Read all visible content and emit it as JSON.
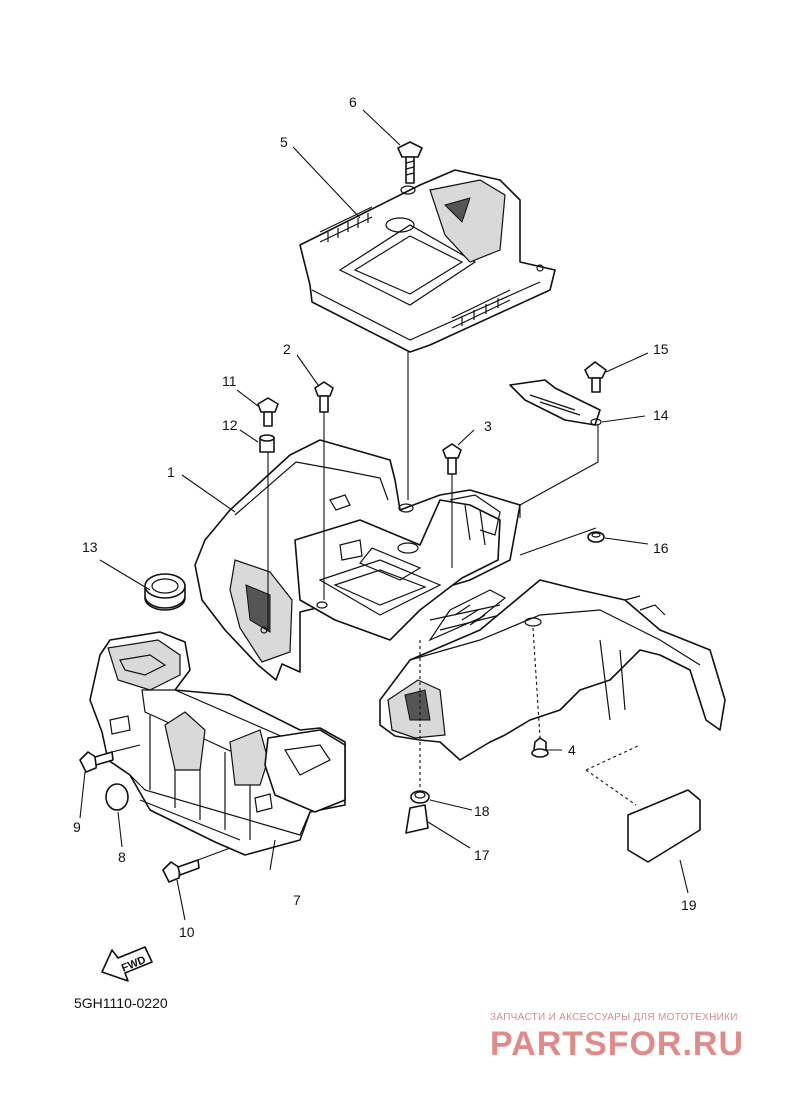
{
  "callouts": [
    {
      "id": "1",
      "label": "1"
    },
    {
      "id": "2",
      "label": "2"
    },
    {
      "id": "3",
      "label": "3"
    },
    {
      "id": "4",
      "label": "4"
    },
    {
      "id": "5",
      "label": "5"
    },
    {
      "id": "6",
      "label": "6"
    },
    {
      "id": "7",
      "label": "7"
    },
    {
      "id": "8",
      "label": "8"
    },
    {
      "id": "9",
      "label": "9"
    },
    {
      "id": "10",
      "label": "10"
    },
    {
      "id": "11",
      "label": "11"
    },
    {
      "id": "12",
      "label": "12"
    },
    {
      "id": "13",
      "label": "13"
    },
    {
      "id": "14",
      "label": "14"
    },
    {
      "id": "15",
      "label": "15"
    },
    {
      "id": "16",
      "label": "16"
    },
    {
      "id": "17",
      "label": "17"
    },
    {
      "id": "18",
      "label": "18"
    },
    {
      "id": "19",
      "label": "19"
    }
  ],
  "fwd_label": "FWD",
  "diagram_code": "5GH1110-0220",
  "watermark": {
    "tagline": "ЗАПЧАСТИ И АКСЕССУАРЫ ДЛЯ МОТОТЕХНИКИ",
    "brand": "PARTSFOR.RU"
  }
}
